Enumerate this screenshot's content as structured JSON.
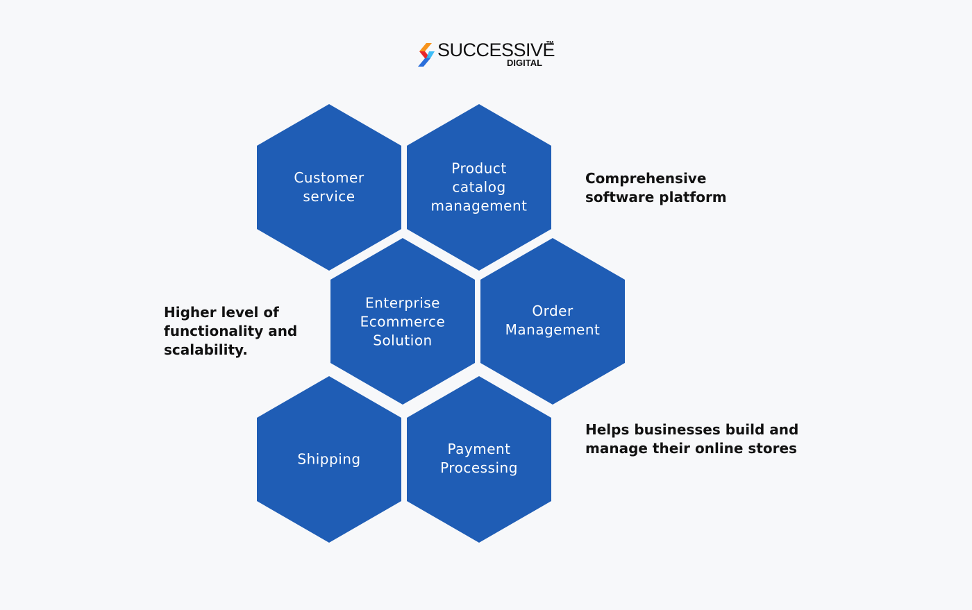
{
  "brand": {
    "name": "SUCCESSIVE",
    "trademark": "TM",
    "subtitle": "DIGITAL",
    "logo_icon": "chevron-logo-icon",
    "colors": [
      "#f7941d",
      "#e8262b",
      "#2a6fdb",
      "#29b6f6"
    ]
  },
  "theme": {
    "hex_fill": "#1f5db5",
    "hex_text": "#ffffff",
    "note_text": "#111111",
    "background": "#f7f8fa"
  },
  "hexagons": [
    {
      "id": "customer-service",
      "label": "Customer\nservice"
    },
    {
      "id": "product-catalog",
      "label": "Product\ncatalog\nmanagement"
    },
    {
      "id": "enterprise-ecommerce",
      "label": "Enterprise\nEcommerce\nSolution"
    },
    {
      "id": "order-management",
      "label": "Order\nManagement"
    },
    {
      "id": "shipping",
      "label": "Shipping"
    },
    {
      "id": "payment-processing",
      "label": "Payment\nProcessing"
    }
  ],
  "notes": [
    {
      "id": "comprehensive",
      "text": "Comprehensive\nsoftware platform"
    },
    {
      "id": "functionality",
      "text": "Higher level of\nfunctionality and\nscalability."
    },
    {
      "id": "helps-businesses",
      "text": "Helps businesses build and\nmanage their online stores"
    }
  ]
}
